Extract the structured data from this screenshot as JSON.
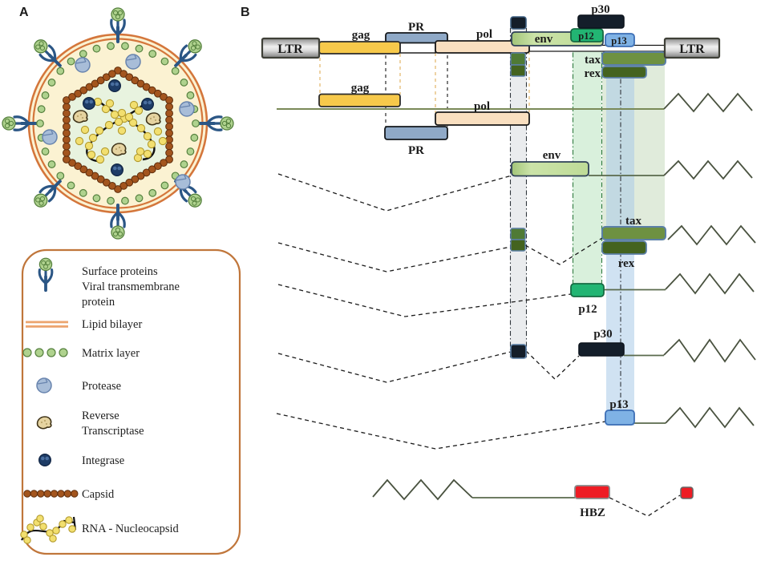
{
  "panels": {
    "a": "A",
    "b": "B"
  },
  "genes": {
    "ltr": "LTR",
    "gag": "gag",
    "pr": "PR",
    "pol": "pol",
    "env": "env",
    "p12": "p12",
    "p13": "p13",
    "p30": "p30",
    "tax": "tax",
    "rex": "rex",
    "hbz": "HBZ"
  },
  "legend": {
    "items": [
      {
        "icon": "surface-protein-icon",
        "lines": [
          "Surface proteins",
          "Viral transmembrane",
          "protein"
        ]
      },
      {
        "icon": "lipid-bilayer-icon",
        "lines": [
          "Lipid bilayer"
        ]
      },
      {
        "icon": "matrix-layer-icon",
        "lines": [
          "Matrix layer"
        ]
      },
      {
        "icon": "protease-icon",
        "lines": [
          "Protease"
        ]
      },
      {
        "icon": "reverse-transcriptase-icon",
        "lines": [
          "Reverse",
          "Transcriptase"
        ]
      },
      {
        "icon": "integrase-icon",
        "lines": [
          "Integrase"
        ]
      },
      {
        "icon": "capsid-icon",
        "lines": [
          "Capsid"
        ]
      },
      {
        "icon": "rna-nucleocapsid-icon",
        "lines": [
          "RNA - Nucleocapsid"
        ]
      }
    ]
  },
  "colors": {
    "gag": "#F7C94B",
    "pr": "#8FA9C7",
    "pol": "#F9DFC0",
    "env": "#BEDB97",
    "p12": "#22B573",
    "p13": "#7FB2E5",
    "p30": "#141E2A",
    "black_exon": "#141E2A",
    "tax": "#6E9141",
    "tax_dark": "#4F7A35",
    "rex": "#44631F",
    "hbz": "#EE1C24",
    "ltr_fill": "#C9C9C9",
    "band_gray": "#C8CDD2",
    "band_green": "#9FD9A8",
    "band_green_wide": "#C2D8B8",
    "band_blue": "#A9CBE8",
    "membrane": "#D4763B",
    "matrix": "#AFD28E",
    "spike": "#2B5685",
    "protease": "#A8BDD8",
    "rt": "#E5D3A0",
    "integrase": "#1E3C66",
    "capsid": "#A3551E",
    "rna": "#F2DF6F",
    "legend_border": "#C0763B",
    "row_line": "#5a6a4c"
  }
}
